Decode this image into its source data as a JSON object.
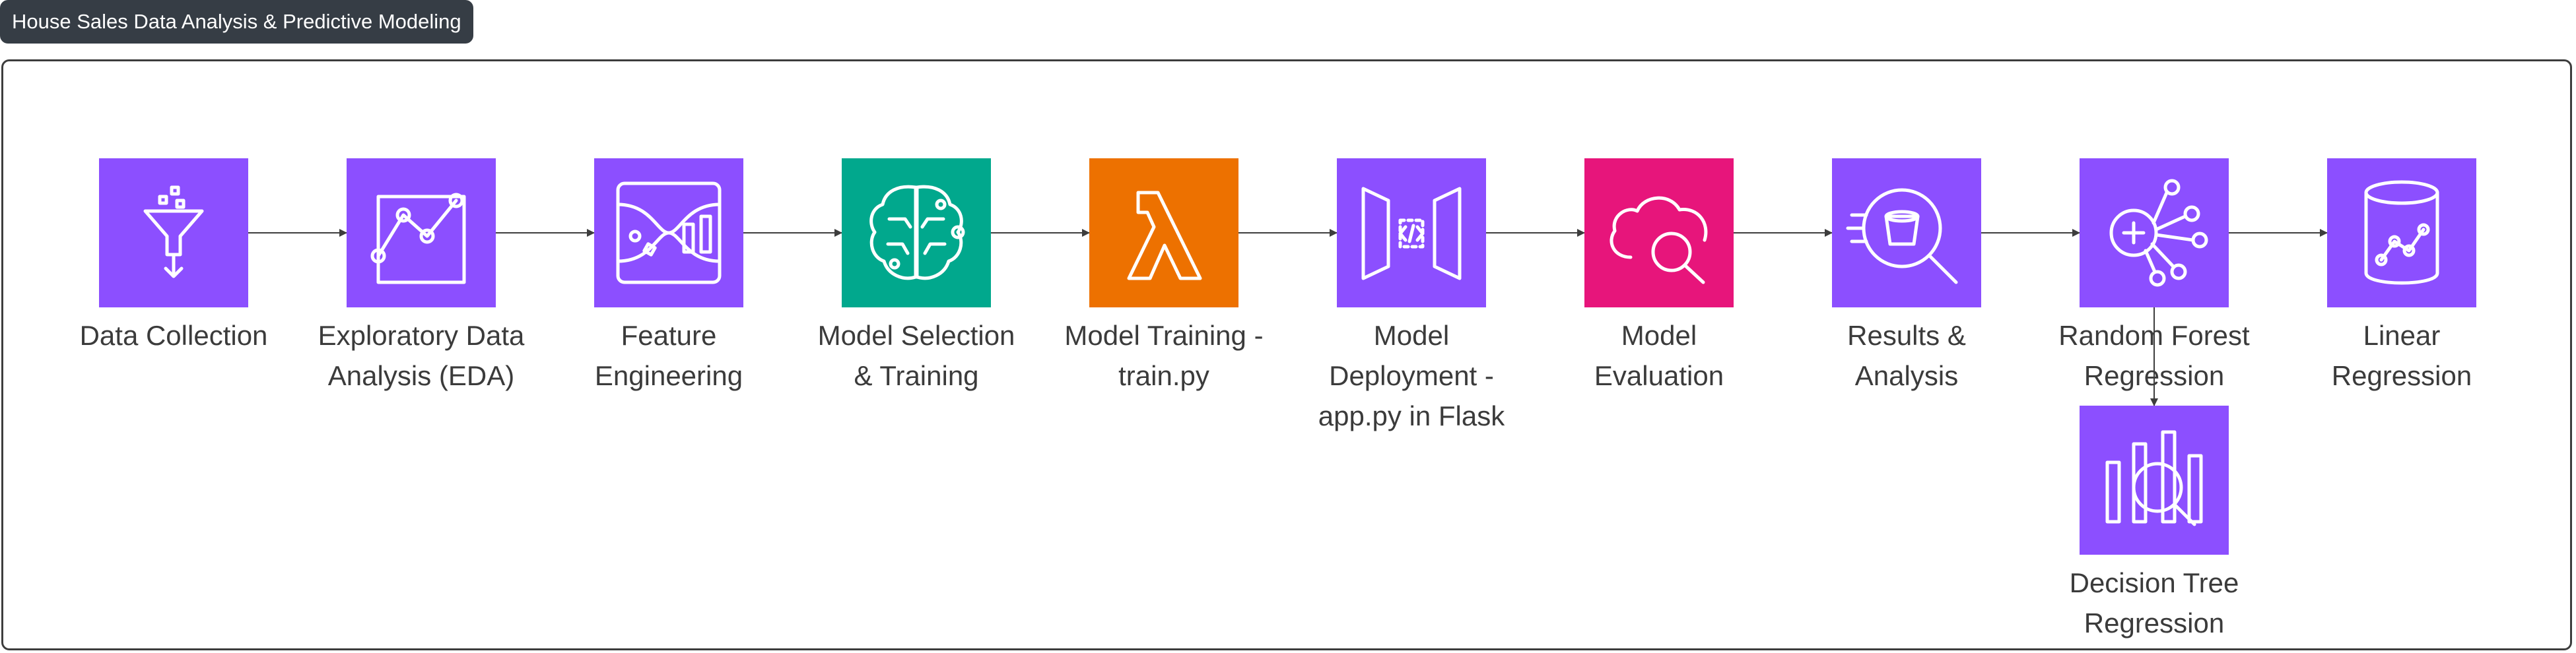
{
  "title": "House Sales Data Analysis & Predictive Modeling",
  "colors": {
    "purple": "#8c4fff",
    "teal": "#01a88d",
    "orange": "#ed7100",
    "pink": "#e7157b",
    "line": "#3d3d3d",
    "text": "#3b3b3b"
  },
  "nodes": [
    {
      "id": "data_collection",
      "label": "Data Collection",
      "icon": "funnel-filter-icon",
      "color": "#8c4fff"
    },
    {
      "id": "eda",
      "label": "Exploratory Data\nAnalysis (EDA)",
      "icon": "line-chart-icon",
      "color": "#8c4fff"
    },
    {
      "id": "feature_engineering",
      "label": "Feature\nEngineering",
      "icon": "data-wrangler-icon",
      "color": "#8c4fff"
    },
    {
      "id": "model_selection",
      "label": "Model Selection\n& Training",
      "icon": "neural-brain-icon",
      "color": "#01a88d"
    },
    {
      "id": "model_training",
      "label": "Model Training -\ntrain.py",
      "icon": "lambda-icon",
      "color": "#ed7100"
    },
    {
      "id": "model_deployment",
      "label": "Model\nDeployment -\napp.py in Flask",
      "icon": "code-gateway-icon",
      "color": "#8c4fff"
    },
    {
      "id": "model_evaluation",
      "label": "Model\nEvaluation",
      "icon": "cloud-search-icon",
      "color": "#e7157b"
    },
    {
      "id": "results_analysis",
      "label": "Results &\nAnalysis",
      "icon": "bucket-search-icon",
      "color": "#8c4fff"
    },
    {
      "id": "random_forest",
      "label": "Random Forest\nRegression",
      "icon": "network-graph-icon",
      "color": "#8c4fff"
    },
    {
      "id": "linear_regression",
      "label": "Linear\nRegression",
      "icon": "database-chart-icon",
      "color": "#8c4fff"
    },
    {
      "id": "decision_tree",
      "label": "Decision Tree\nRegression",
      "icon": "bar-search-icon",
      "color": "#8c4fff"
    }
  ],
  "edges": [
    {
      "from": "data_collection",
      "to": "eda"
    },
    {
      "from": "eda",
      "to": "feature_engineering"
    },
    {
      "from": "feature_engineering",
      "to": "model_selection"
    },
    {
      "from": "model_selection",
      "to": "model_training"
    },
    {
      "from": "model_training",
      "to": "model_deployment"
    },
    {
      "from": "model_deployment",
      "to": "model_evaluation"
    },
    {
      "from": "model_evaluation",
      "to": "results_analysis"
    },
    {
      "from": "results_analysis",
      "to": "random_forest"
    },
    {
      "from": "random_forest",
      "to": "linear_regression"
    },
    {
      "from": "random_forest",
      "to": "decision_tree"
    }
  ]
}
